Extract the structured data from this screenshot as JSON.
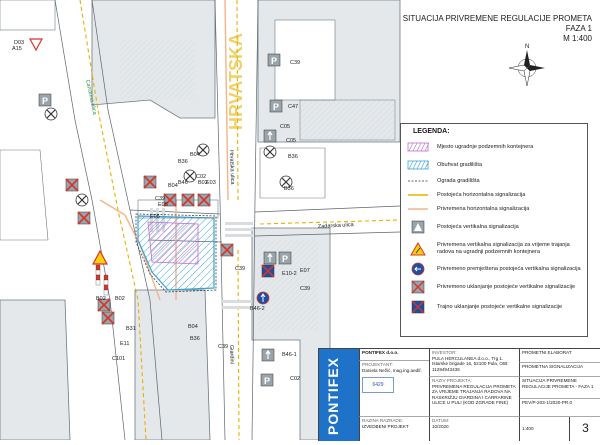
{
  "title": {
    "line1": "SITUACIJA PRIVREMENE REGULACIJE PROMETA",
    "line2": "FAZA 1",
    "scale": "M 1:400"
  },
  "north_arrow": {
    "label": "N"
  },
  "legend": {
    "title": "LEGENDA:",
    "items": [
      {
        "label": "Mjesto ugradnje podzemnih kontejnera",
        "swatch": "hatch-purple"
      },
      {
        "label": "Obuhvat gradilišta",
        "swatch": "hatch-blue"
      },
      {
        "label": "Ograda gradilišta",
        "swatch": "fence"
      },
      {
        "label": "Postojeća horizontalna signalizacija",
        "swatch": "line-orange"
      },
      {
        "label": "Privremena horizontalna signalizacija",
        "swatch": "line-peach"
      },
      {
        "label": "Postojeća vertikalna signalizacija",
        "swatch": "sign-grey"
      },
      {
        "label": "Privremena vertikalna signalizacija za vrijeme trajanja radova na ugradnji podzemnih kontejnera",
        "swatch": "sign-works"
      },
      {
        "label": "Privremeno premještena postojeća vertikalna signalizacija",
        "swatch": "sign-blue"
      },
      {
        "label": "Privremeno uklanjanje postojeće vertikalne signalizacije",
        "swatch": "sign-cross"
      },
      {
        "label": "Trajno uklanjanje postojeće vertikalne signalizacije",
        "swatch": "sign-cross-blue"
      }
    ]
  },
  "colors": {
    "building": "#b9c6ce",
    "building_light": "#e4e8ea",
    "hatch_blue": "#3aa3d6",
    "hatch_purple": "#c06bd0",
    "road_line": "#e8b100",
    "temp_line": "#f3b48b",
    "red": "#d8342a",
    "blue_sign": "#1d4fa3",
    "magenta": "#c2185b",
    "green": "#39b54a",
    "logo_blue": "#1e72c7"
  },
  "streets": {
    "hrvatska": "Hrvatska ulica",
    "zadarska": "Zadarska ulica",
    "giardini": "Giardini",
    "carrarina": "Carrarina ulica"
  },
  "map_labels": [
    "C39",
    "C47",
    "C05",
    "B36",
    "B36",
    "B04",
    "C02",
    "B04",
    "B36",
    "C39",
    "E05",
    "B46",
    "B02",
    "B02",
    "E03",
    "B02",
    "B31",
    "E05",
    "C39",
    "E11",
    "C101",
    "B04",
    "B36",
    "C39",
    "E07",
    "C39",
    "E10-2",
    "B46-2",
    "B46-1",
    "C02",
    "A15",
    "D03",
    "C05"
  ],
  "title_table": {
    "logo": "PONTIFEX",
    "investor_label": "INVESTOR:",
    "investor": "PULA HERCULANEA d.o.o., Trg 1. Istarske brigade 16, 52100 Pula, OIB: 11294943436",
    "project_label": "NAZIV PROJEKTA:",
    "project": "PRIVREMENA REGULACIJA PROMETA ZA VRIJEME TRAJANJA RADOVA NA RASKRIŽJU GIARDINA I CARRARINE ULICE U PULI (KOD ZGRADE FINE)",
    "designer_label": "PROJEKTANT:",
    "designer": "Daniela Nežić, mag.ing.aedif.",
    "level_label": "RAZINA RAZRADE:",
    "level": "IZVEDBENI PROJEKT",
    "date_label": "DATUM:",
    "date": "10/2020",
    "type_label": "PROMETNI ELABORAT",
    "content_label": "PROMETNA SIGNALIZACIJA",
    "sheet_title": "SITUACIJA PRIVREMENE REGULACIJE PROMETA - FAZA 1",
    "project_no": "PEV/P-203-1/2020-PR.0",
    "scale": "1:400",
    "sheet_no": "3",
    "stamp_no": "6429",
    "firm": "PONTIFEX d.o.o."
  }
}
